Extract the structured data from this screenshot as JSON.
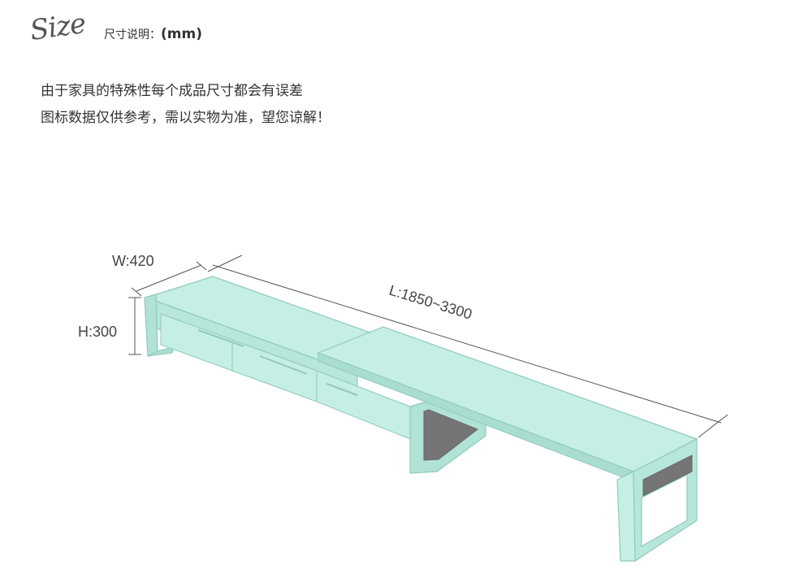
{
  "header": {
    "logo_text": "Size",
    "title_label": "尺寸说明：",
    "title_unit": "(mm)"
  },
  "notes": [
    "由于家具的特殊性每个成品尺寸都会有误差",
    "图标数据仅供参考，需以实物为准，望您谅解！"
  ],
  "dimensions": {
    "width": "W:420",
    "height": "H:300",
    "length": "L:1850~3300"
  },
  "colors": {
    "furniture_fill": "#c5eee4",
    "furniture_shade": "#a9ddd1",
    "furniture_outline": "#8fcabd",
    "inner_dark": "#757575",
    "dimension_line": "#555555"
  }
}
